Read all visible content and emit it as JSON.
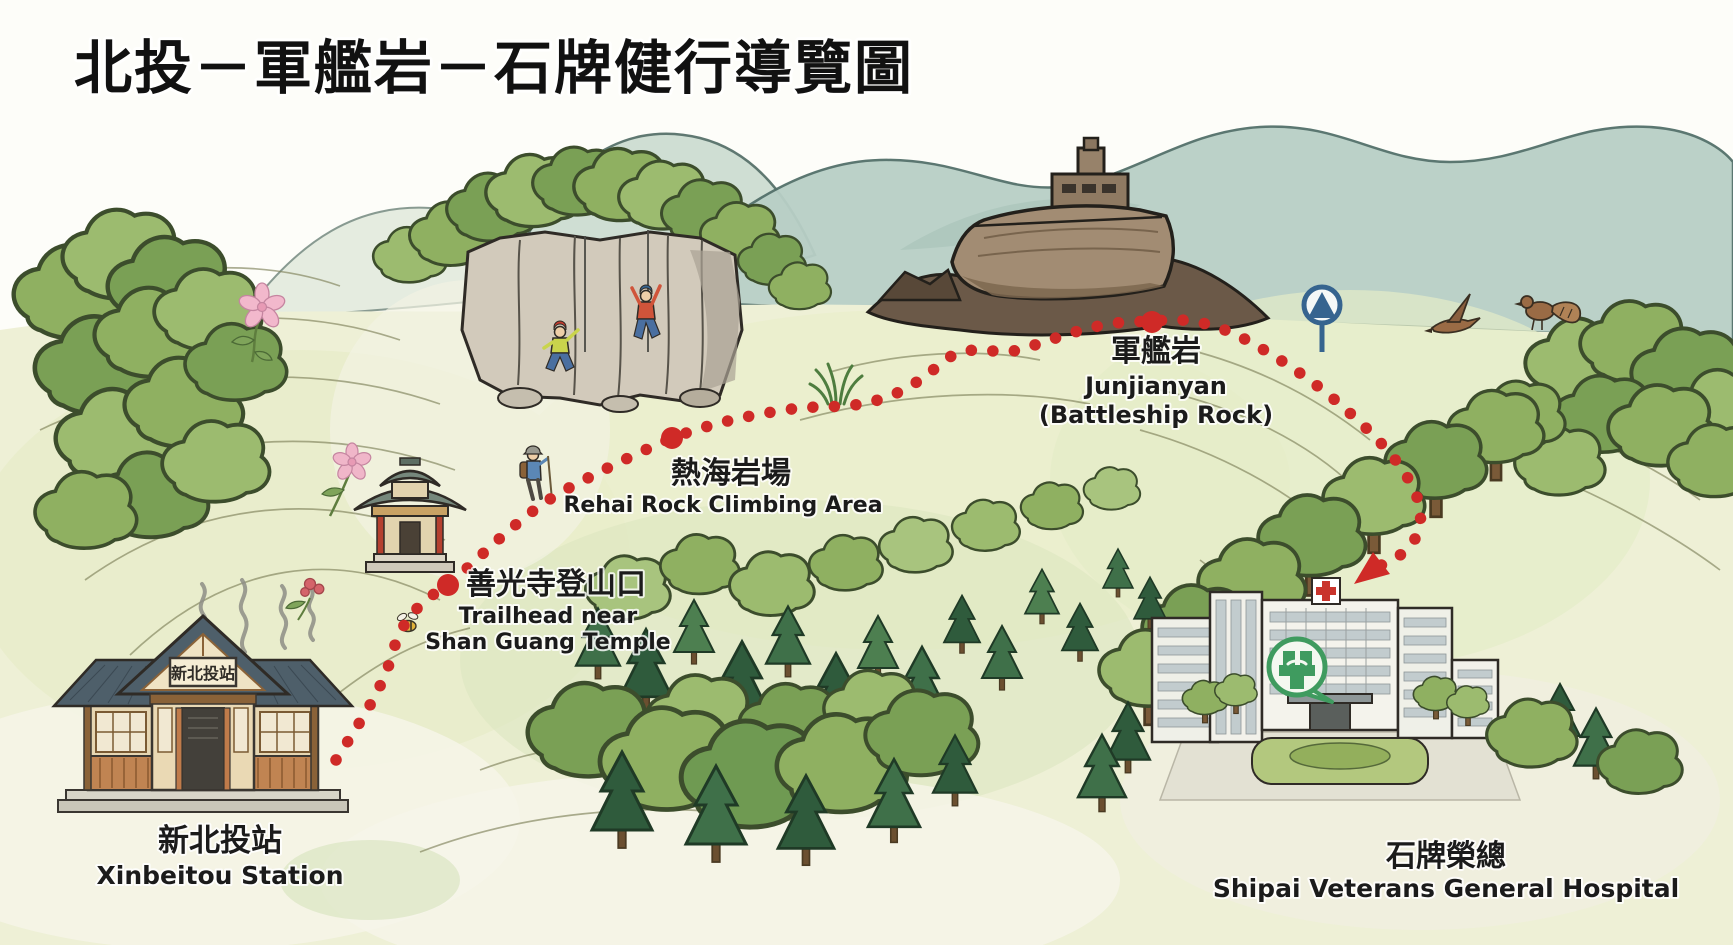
{
  "title": "北投－軍艦岩－石牌健行導覽圖",
  "landmarks": {
    "station": {
      "zh": "新北投站",
      "en": "Xinbeitou Station",
      "sign": "新北投站"
    },
    "trailhead": {
      "zh": "善光寺登山口",
      "en_line1": "Trailhead near",
      "en_line2": "Shan Guang Temple"
    },
    "climbing": {
      "zh": "熱海岩場",
      "en": "Rehai Rock Climbing Area"
    },
    "battleship": {
      "zh": "軍艦岩",
      "en_line1": "Junjianyan",
      "en_line2": "(Battleship Rock)"
    },
    "hospital": {
      "zh": "石牌榮總",
      "en": "Shipai Veterans General Hospital"
    }
  },
  "trail": {
    "type": "hiking-route",
    "style": "red dotted line with large node dots and end arrow",
    "color": "#cf2a27",
    "stops": [
      "新北投站",
      "善光寺登山口",
      "熱海岩場",
      "軍艦岩",
      "石牌榮總"
    ]
  },
  "icons": {
    "summit_marker": {
      "name": "mountain-summit-sign",
      "glyph": "▲",
      "color": "#36648f"
    },
    "hospital_logo": {
      "name": "veterans-hospital-emblem",
      "color": "#3f9b5f"
    },
    "red_cross": {
      "name": "hospital-cross",
      "glyph": "✚",
      "color": "#c9342c"
    },
    "steam": {
      "name": "hot-spring-steam"
    }
  },
  "colors": {
    "ink": "#2f2b26",
    "trail_red": "#cf2a27",
    "marker_blue": "#36648f",
    "logo_green": "#3f9b5f",
    "hill_wash": "#eef0d6",
    "mountain_teal": "#b8cfc6"
  }
}
